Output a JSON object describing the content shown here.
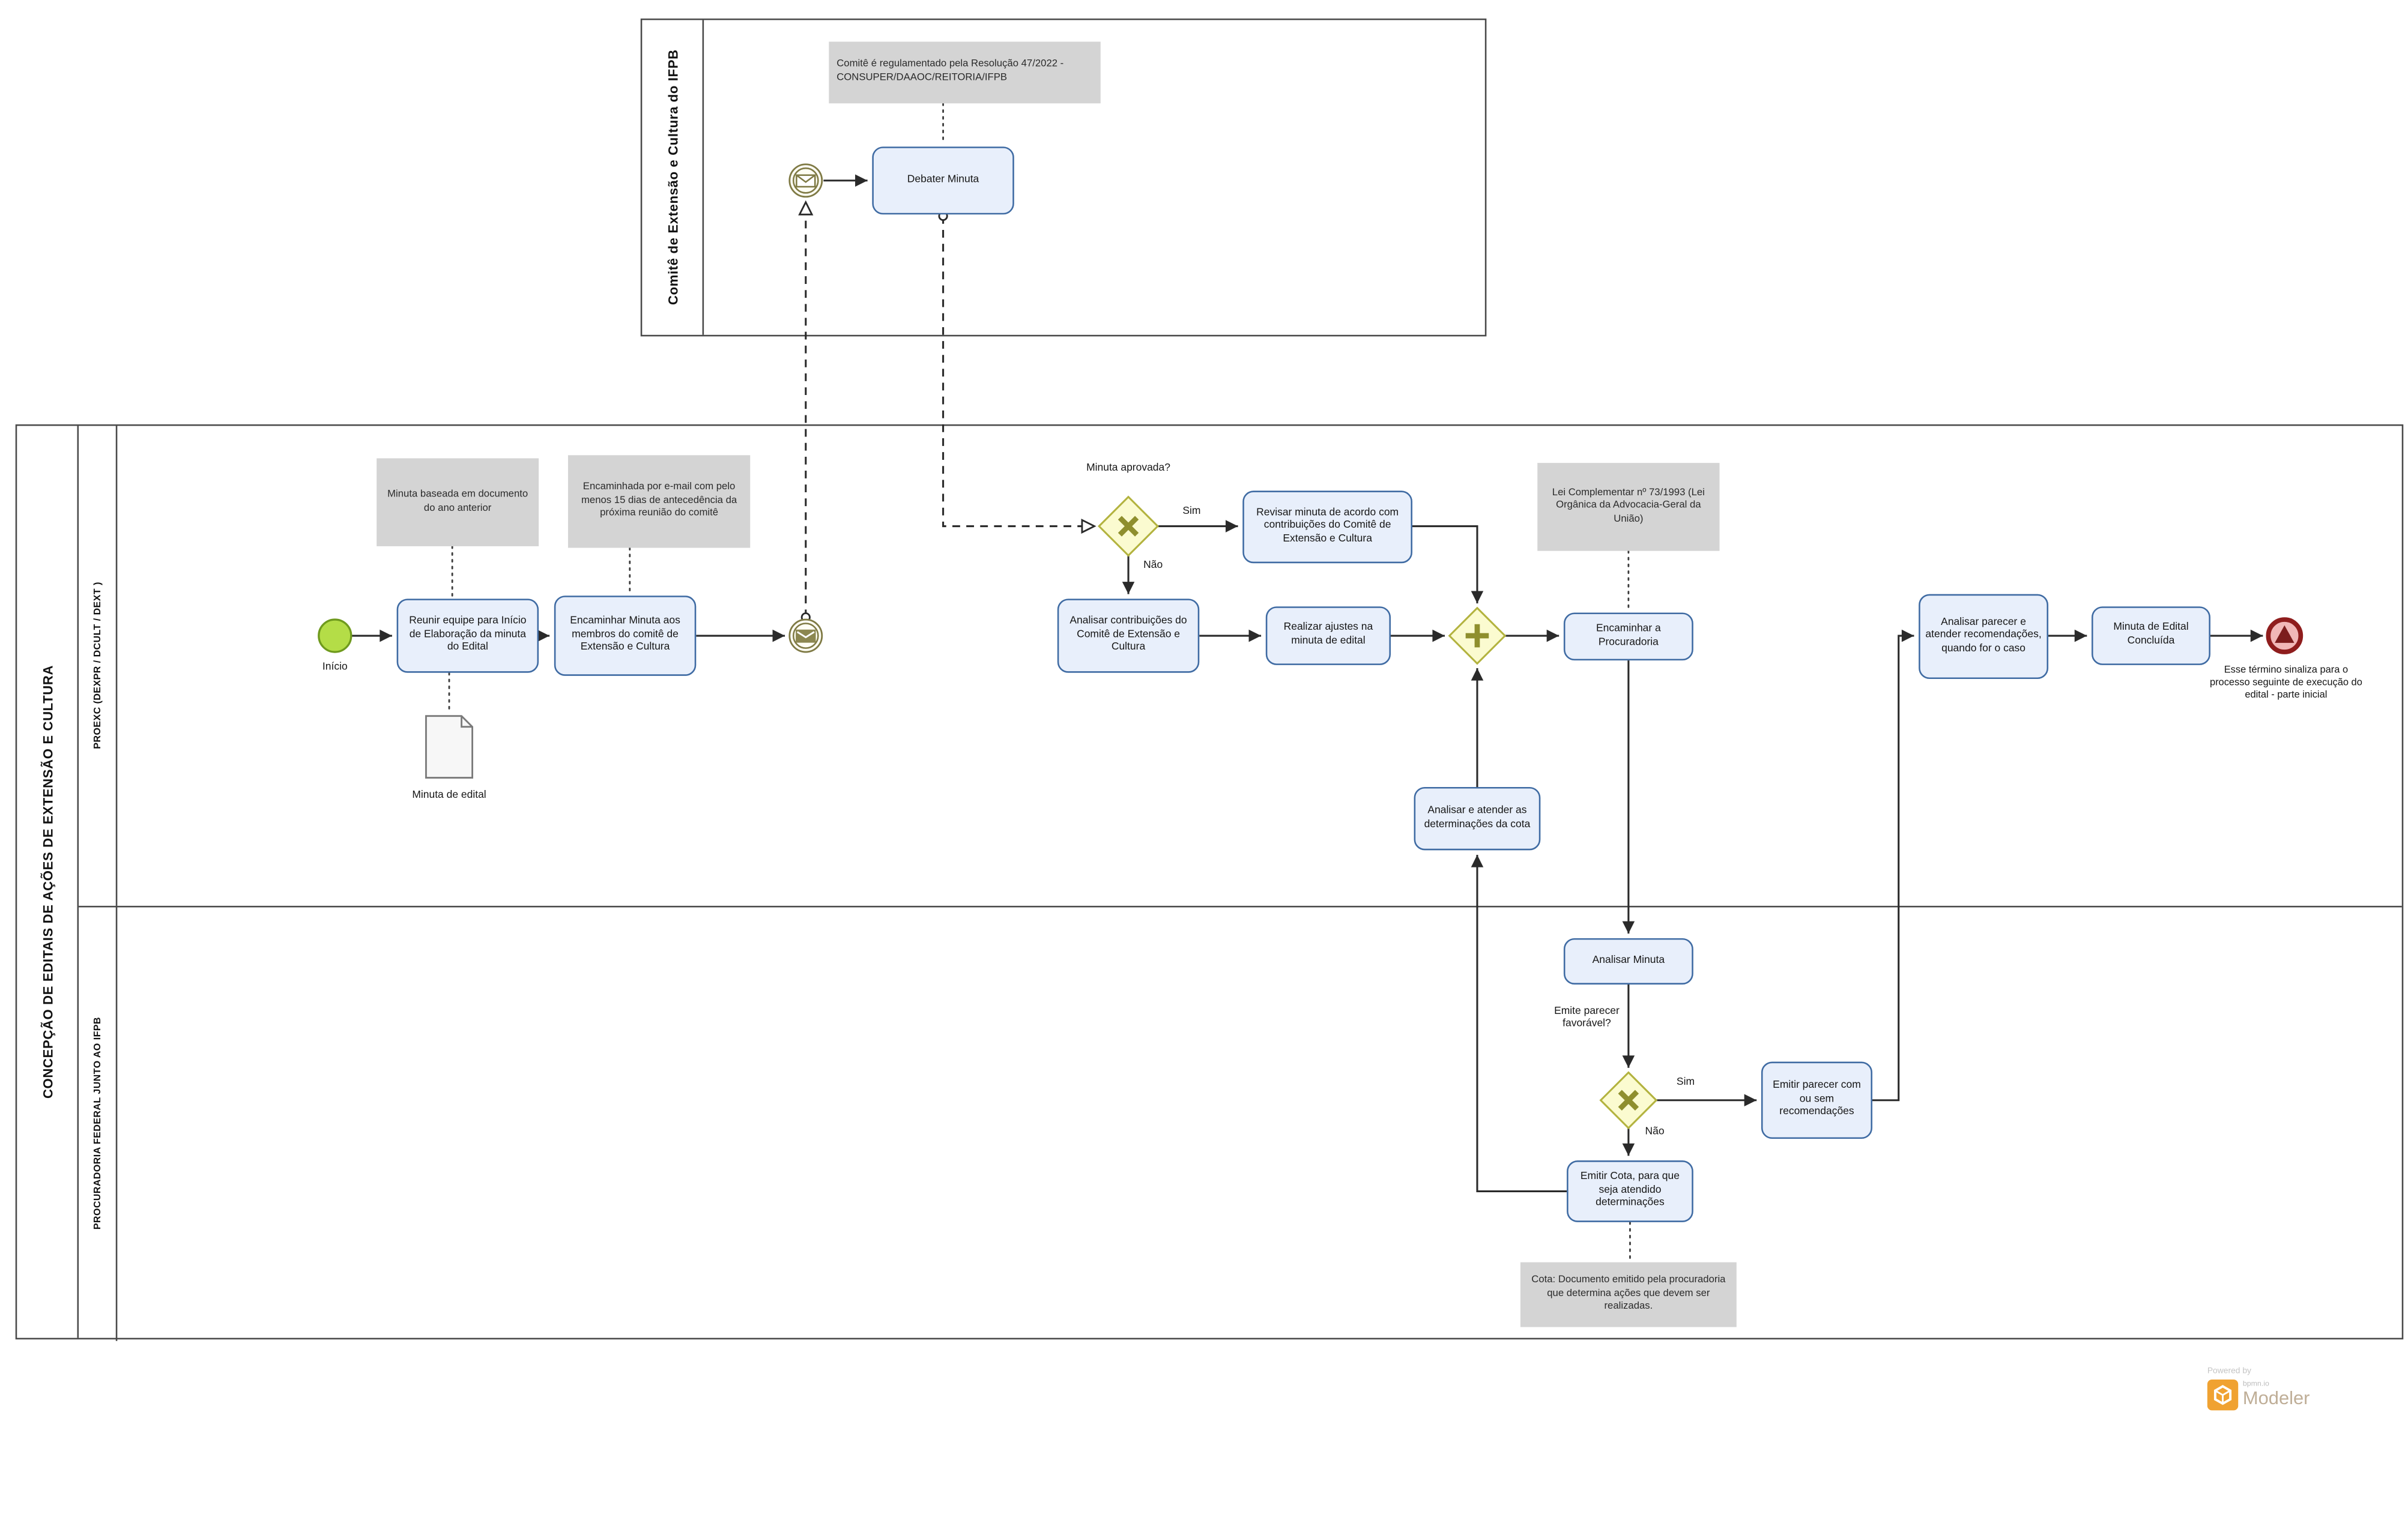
{
  "colors": {
    "task_fill": "#e8effb",
    "task_border": "#3f6ba3",
    "gateway_fill": "#fbfbd0",
    "gateway_border": "#b3b33f",
    "start_event_fill": "#b4dd47",
    "start_event_border": "#6f9a1d",
    "end_event_fill": "#f1b8b8",
    "end_event_border": "#8f1d1d",
    "message_event_border": "#7f7a45",
    "annotation_fill": "#d4d4d4",
    "watermark_orange": "#f0a232"
  },
  "committee_pool": {
    "title": "Comitê de Extensão e Cultura do IFPB",
    "annotation_resolution": "Comitê é regulamentado pela Resolução 47/2022 - CONSUPER/DAAOC/REITORIA/IFPB",
    "task_debate": "Debater Minuta"
  },
  "main_pool": {
    "title": "CONCEPÇÃO DE EDITAIS DE AÇÕES DE EXTENSÃO E CULTURA"
  },
  "proexc": {
    "title": "PROEXC (DEXPR / DCULT / DEXT )",
    "start_label": "Início",
    "annotation_previous_doc": "Minuta baseada em documento do ano anterior",
    "task_reunir": "Reunir equipe para Início de Elaboração da minuta do Edital",
    "artifact_minuta": "Minuta de edital",
    "annotation_email": "Encaminhada por e-mail com pelo menos 15 dias de antecedência da próxima reunião do comitê",
    "task_encaminhar_minuta": "Encaminhar Minuta aos membros do comitê de Extensão e Cultura",
    "gateway_aprovada": "Minuta aprovada?",
    "label_sim": "Sim",
    "label_nao": "Não",
    "task_revisar": "Revisar minuta de acordo com contribuições do Comitê de Extensão e Cultura",
    "task_analisar_contribuicoes": "Analisar contribuições do Comitê de Extensão e Cultura",
    "task_realizar_ajustes": "Realizar ajustes na minuta de edital",
    "annotation_lei": "Lei Complementar nº 73/1993 (Lei Orgânica da Advocacia-Geral da União)",
    "task_encaminhar_procuradoria": "Encaminhar a Procuradoria",
    "task_atender_cota": "Analisar e atender as determinações da cota",
    "task_analisar_parecer": "Analisar parecer e atender recomendações, quando for o caso",
    "task_minuta_concluida": "Minuta de Edital Concluída",
    "end_note": "Esse término sinaliza para o processo seguinte de execução do edital - parte inicial"
  },
  "procuradoria": {
    "title": "PROCURADORIA FEDERAL JUNTO AO IFPB",
    "task_analisar_minuta": "Analisar Minuta",
    "gateway_parecer": "Emite parecer favorável?",
    "label_sim": "Sim",
    "label_nao": "Não",
    "task_emitir_parecer": "Emitir parecer com ou sem recomendações",
    "task_emitir_cota": "Emitir Cota, para que seja atendido determinações",
    "annotation_cota": "Cota: Documento emitido pela procuradoria que determina ações que devem ser realizadas."
  },
  "watermark": {
    "powered_by": "Powered by",
    "brand_small": "bpmn.io",
    "brand": "Modeler"
  }
}
